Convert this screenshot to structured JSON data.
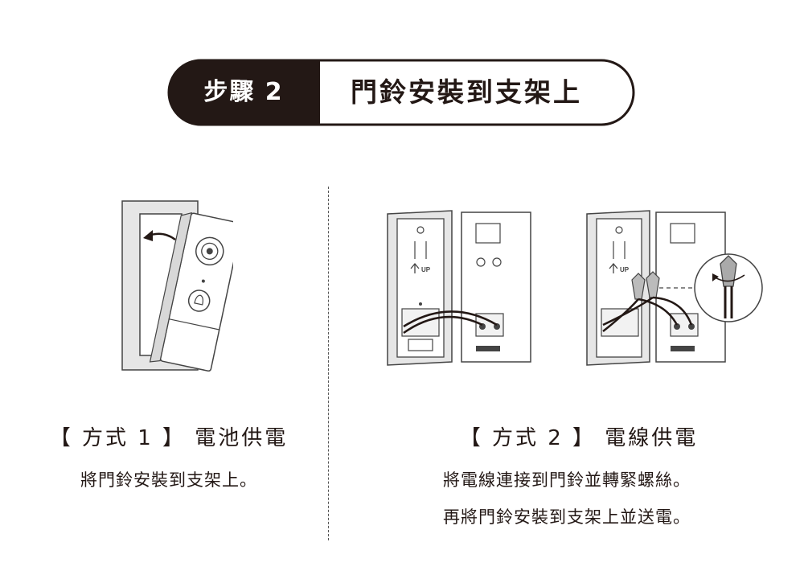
{
  "header": {
    "step_label": "步驟 2",
    "title": "門鈴安裝到支架上"
  },
  "method1": {
    "caption": "【 方式 1 】 電池供電",
    "description": "將門鈴安裝到支架上。"
  },
  "method2": {
    "caption": "【 方式 2 】 電線供電",
    "description_line1": "將電線連接到門鈴並轉緊螺絲。",
    "description_line2": "再將門鈴安裝到支架上並送電。",
    "up_mark_1": "UP",
    "up_mark_2": "UP"
  },
  "colors": {
    "ink": "#231815",
    "line": "#444444",
    "panel": "#e6e6e6"
  }
}
